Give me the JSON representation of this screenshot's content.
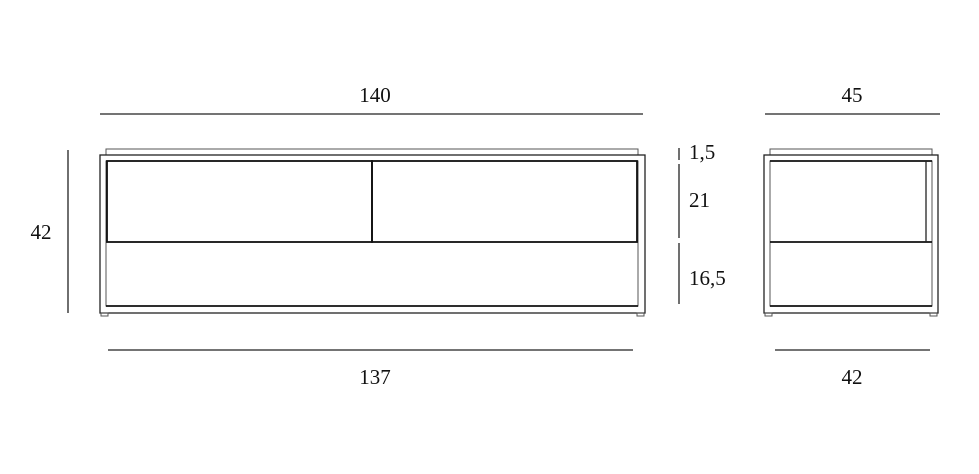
{
  "front_view": {
    "overall_width": "140",
    "inner_width": "137",
    "overall_height": "42",
    "heights": [
      "1,5",
      "21",
      "16,5"
    ]
  },
  "side_view": {
    "overall_depth": "45",
    "inner_depth": "42"
  },
  "colors": {
    "line": "#222222",
    "background": "#ffffff"
  }
}
